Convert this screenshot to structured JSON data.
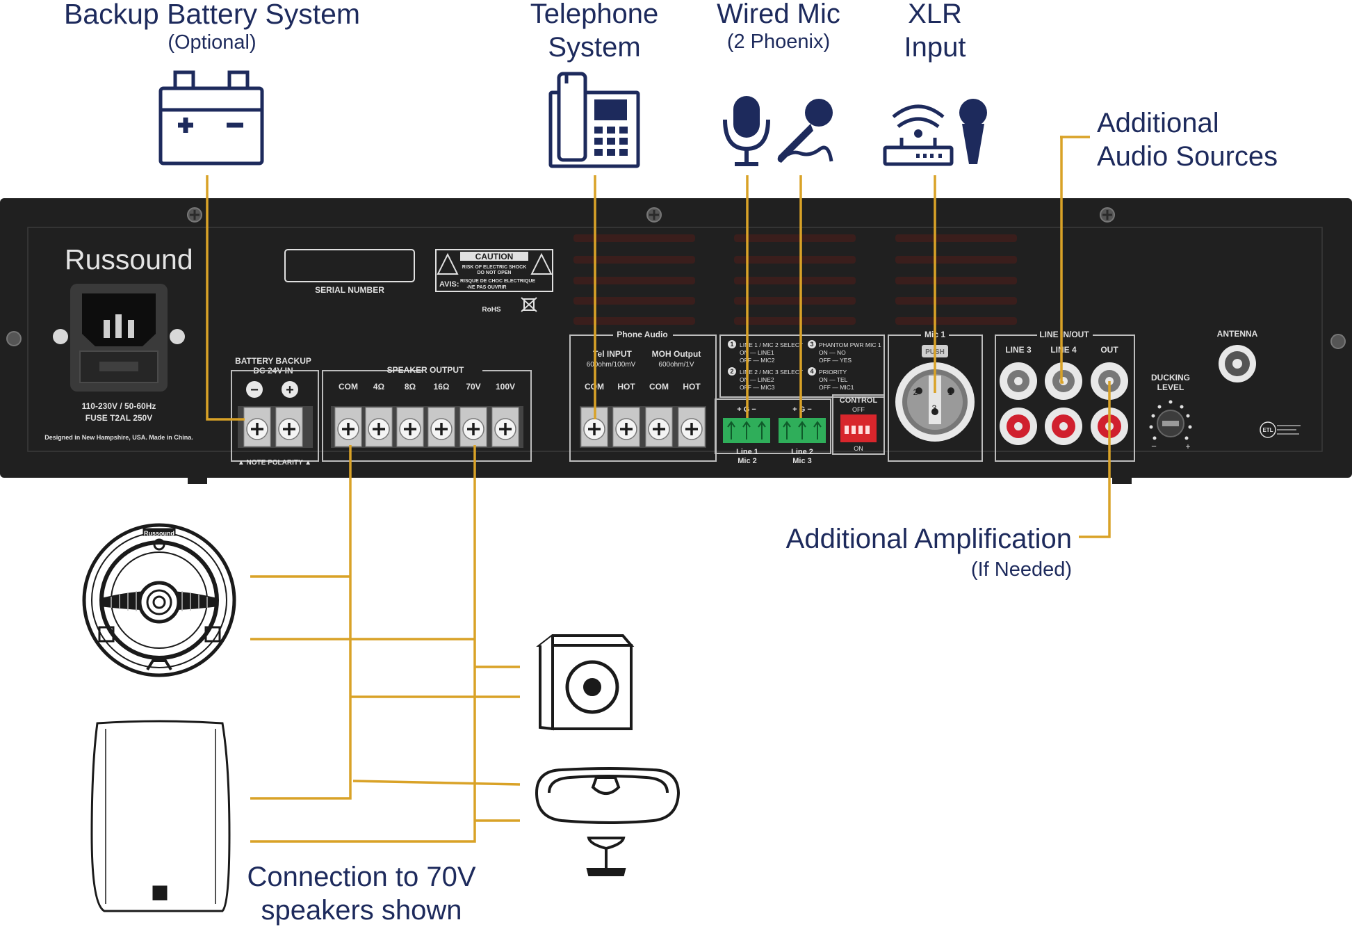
{
  "callouts": {
    "battery": {
      "title": "Backup Battery System",
      "subtitle": "(Optional)"
    },
    "telephone": {
      "line1": "Telephone",
      "line2": "System"
    },
    "wired_mic": {
      "title": "Wired Mic",
      "subtitle": "(2 Phoenix)"
    },
    "xlr": {
      "line1": "XLR",
      "line2": "Input"
    },
    "additional_sources": {
      "line1": "Additional",
      "line2": "Audio Sources"
    },
    "amplification": {
      "title": "Additional Amplification",
      "subtitle": "(If Needed)"
    },
    "speakers_note": {
      "line1": "Connection to 70V",
      "line2": "speakers shown"
    }
  },
  "panel": {
    "brand": "Russound",
    "serial_label": "SERIAL NUMBER",
    "caution": {
      "title": "CAUTION",
      "line1": "RISK OF ELECTRIC SHOCK",
      "line2": "DO NOT OPEN",
      "avis": "AVIS:",
      "avis1": "RISQUE DE CHOC ELECTRIQUE",
      "avis2": "-NE PAS OUVRIR",
      "rohs": "RoHS"
    },
    "power": {
      "rating": "110-230V / 50-60Hz",
      "fuse": "FUSE T2AL 250V",
      "designed": "Designed in New Hampshire, USA. Made in China."
    },
    "battery": {
      "title1": "BATTERY BACKUP",
      "title2": "DC 24V IN",
      "minus": "−",
      "plus": "+",
      "note": "▲ NOTE POLARITY ▲"
    },
    "speaker_output": {
      "title": "SPEAKER OUTPUT",
      "terminals": [
        "COM",
        "4Ω",
        "8Ω",
        "16Ω",
        "70V",
        "100V"
      ]
    },
    "phone_audio": {
      "title": "Phone Audio",
      "tel_input": "Tel INPUT",
      "tel_spec": "600ohm/100mV",
      "moh_output": "MOH Output",
      "moh_spec": "600ohm/1V",
      "terminals": [
        "COM",
        "HOT",
        "COM",
        "HOT"
      ]
    },
    "select": {
      "s1": [
        "LINE 1 / MIC 2 SELECT",
        "ON  — LINE1",
        "OFF — MIC2"
      ],
      "s2": [
        "LINE 2 / MIC 3 SELECT",
        "ON  — LINE2",
        "OFF — MIC3"
      ],
      "s3": [
        "PHANTOM PWR MIC 1",
        "ON  — NO",
        "OFF — YES"
      ],
      "s4": [
        "PRIORITY",
        "ON  — TEL",
        "OFF — MIC1"
      ],
      "n1": "1",
      "n2": "2",
      "n3": "3",
      "n4": "4"
    },
    "control": {
      "title": "CONTROL",
      "off": "OFF",
      "on": "ON"
    },
    "phoenix": {
      "pins1": "+   G   −",
      "pins2": "+   G   −",
      "label1a": "Line 1",
      "label1b": "Mic 2",
      "label2a": "Line 2",
      "label2b": "Mic 3"
    },
    "mic1": {
      "title": "Mic 1",
      "push": "PUSH",
      "p1": "1",
      "p2": "2",
      "p3": "3"
    },
    "line_io": {
      "title": "LINE IN/OUT",
      "labels": [
        "LINE 3",
        "LINE 4",
        "OUT"
      ]
    },
    "antenna": "ANTENNA",
    "ducking": {
      "line1": "DUCKING",
      "line2": "LEVEL",
      "minus": "−",
      "plus": "+"
    },
    "etl": "ETL",
    "speaker_brand": "Russound"
  },
  "colors": {
    "panel": "#202020",
    "wire": "#d9a227",
    "label": "#1d2a5c",
    "icon": "#1d2a5c",
    "terminal_green": "#2fae5a",
    "rca_red": "#d0202e",
    "switch_red": "#d8262c"
  }
}
